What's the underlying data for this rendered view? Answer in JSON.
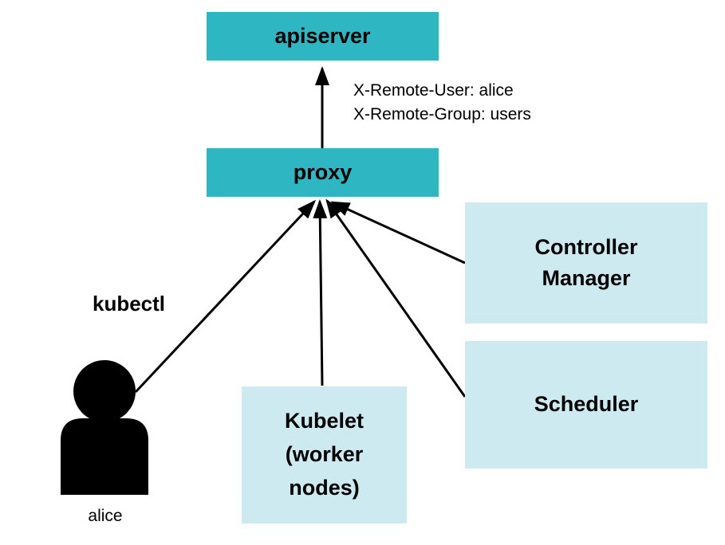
{
  "diagram": {
    "background": "#ffffff",
    "nodes": {
      "apiserver": {
        "label": "apiserver",
        "style": "teal"
      },
      "proxy": {
        "label": "proxy",
        "style": "teal"
      },
      "controller_manager": {
        "label": "Controller Manager",
        "style": "light_blue"
      },
      "scheduler": {
        "label": "Scheduler",
        "style": "light_blue"
      },
      "kubelet": {
        "label": "Kubelet (worker nodes)",
        "style": "light_blue"
      }
    },
    "annotations": {
      "remote_user": "X-Remote-User: alice",
      "remote_group": "X-Remote-Group: users",
      "kubectl": "kubectl",
      "alice": "alice"
    },
    "actors": {
      "alice": {
        "label": "alice",
        "icon": "person-silhouette"
      }
    },
    "edges": [
      {
        "from": "proxy",
        "to": "apiserver",
        "annotation": [
          "X-Remote-User: alice",
          "X-Remote-Group: users"
        ]
      },
      {
        "from": "alice",
        "to": "proxy",
        "via": "kubectl"
      },
      {
        "from": "kubelet",
        "to": "proxy"
      },
      {
        "from": "scheduler",
        "to": "proxy"
      },
      {
        "from": "controller_manager",
        "to": "proxy"
      }
    ],
    "colors": {
      "node_teal": "#2fb6c3",
      "node_light_blue": "#cdeaf0",
      "arrow": "#000000",
      "text": "#000000",
      "background": "#ffffff"
    }
  }
}
